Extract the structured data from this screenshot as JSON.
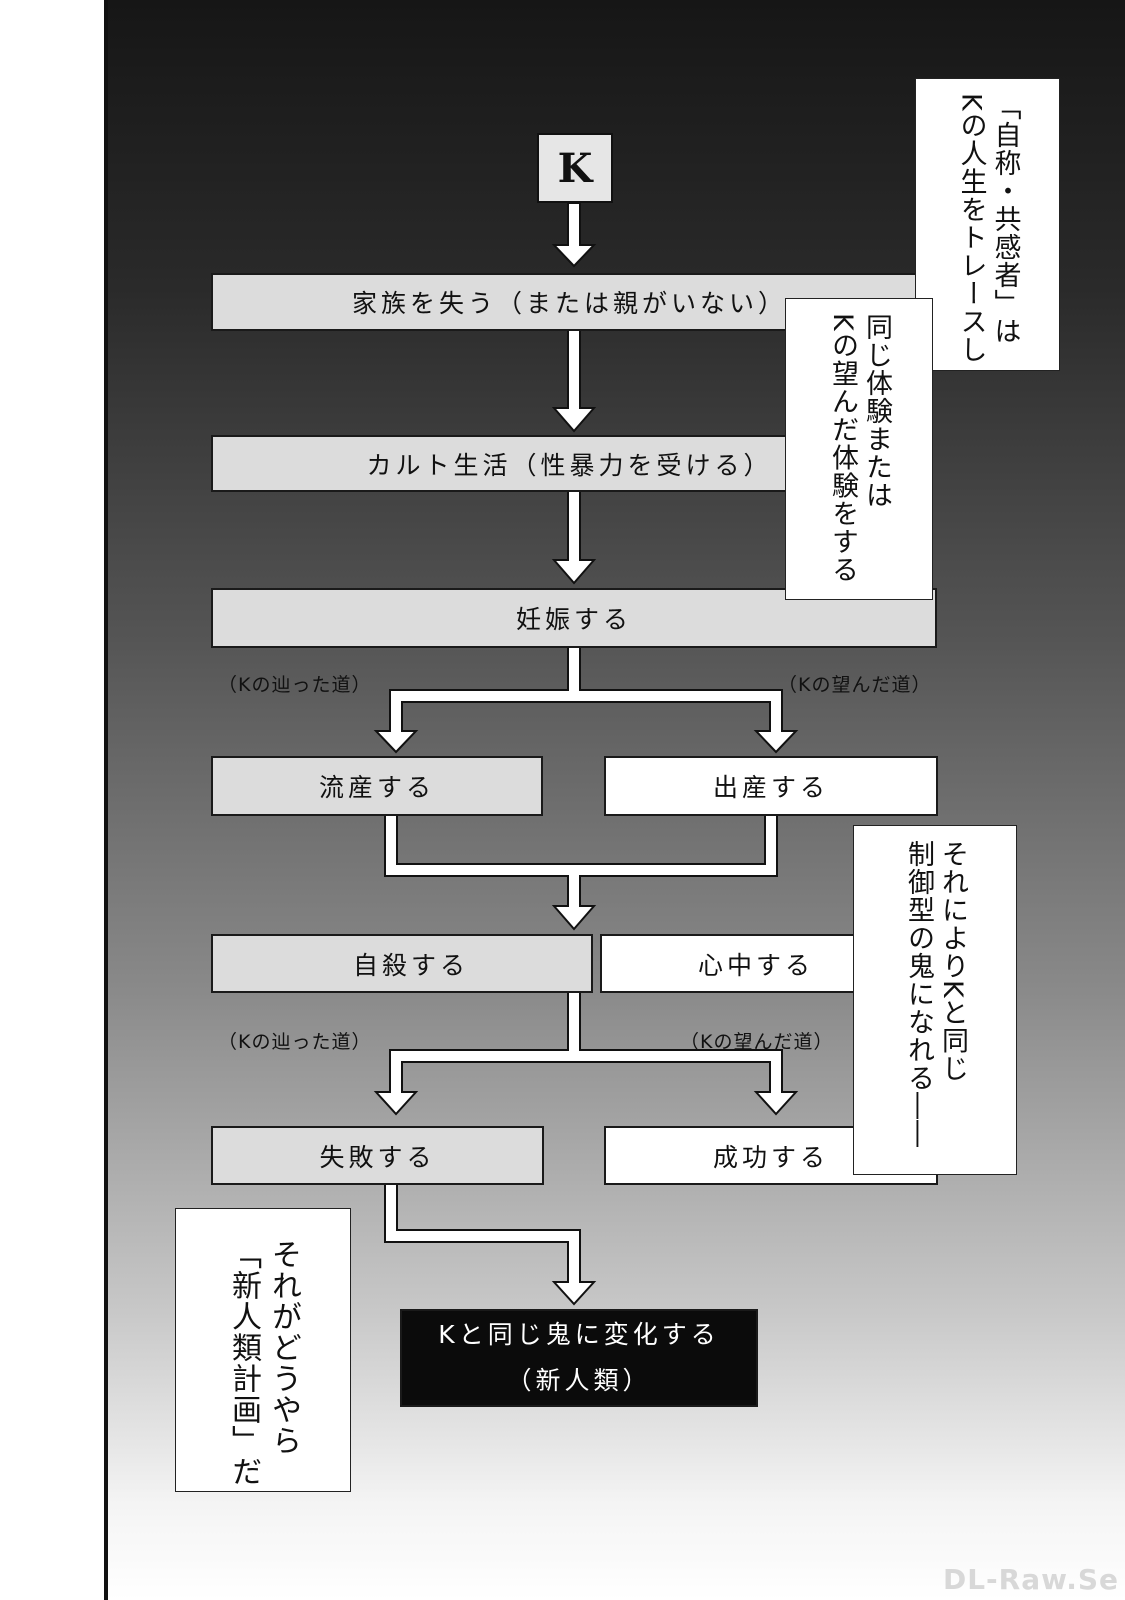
{
  "start": {
    "label": "K"
  },
  "steps": {
    "lose_family": "家族を失う（または親がいない）",
    "cult": "カルト生活（性暴力を受ける）",
    "pregnant": "妊娠する",
    "miscarry": "流産する",
    "give_birth": "出産する",
    "suicide": "自殺する",
    "double_suicide": "心中する",
    "fail": "失敗する",
    "succeed": "成功する",
    "transform_line1": "Kと同じ鬼に変化する",
    "transform_line2": "（新人類）"
  },
  "labels": {
    "path_traced_1": "（Kの辿った道）",
    "path_wished_1": "（Kの望んだ道）",
    "path_traced_2": "（Kの辿った道）",
    "path_wished_2": "（Kの望んだ道）"
  },
  "captions": {
    "top_right": "「自称・共感者」は\nKの人生をトレースし",
    "second": "同じ体験または\nKの望んだ体験をする",
    "third": "それによりKと同じ\n制御型の鬼になれる――",
    "bottom_left": "それがどうやら\n「新人類計画」だ"
  },
  "watermark": "DL-Raw.Se"
}
